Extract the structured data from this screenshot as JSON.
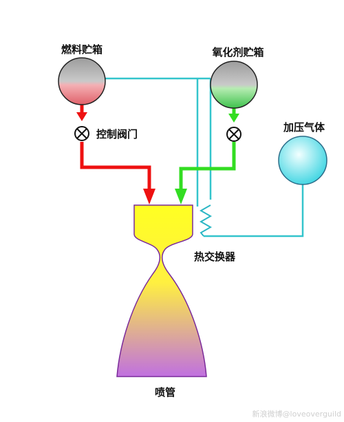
{
  "labels": {
    "fuel_tank": "燃料贮箱",
    "oxidizer_tank": "氧化剂贮箱",
    "control_valve": "控制阀门",
    "pressurant_gas": "加压气体",
    "heat_exchanger": "热交换器",
    "nozzle": "喷管"
  },
  "watermark": "新浪微博@loveoverguild",
  "colors": {
    "fuel_line": "#ee1111",
    "oxidizer_line": "#33dd22",
    "pressurant_line": "#33c4cc",
    "nozzle_top": "#ffff22",
    "nozzle_bottom": "#c070e0",
    "nozzle_outline": "#7a2a9a"
  }
}
